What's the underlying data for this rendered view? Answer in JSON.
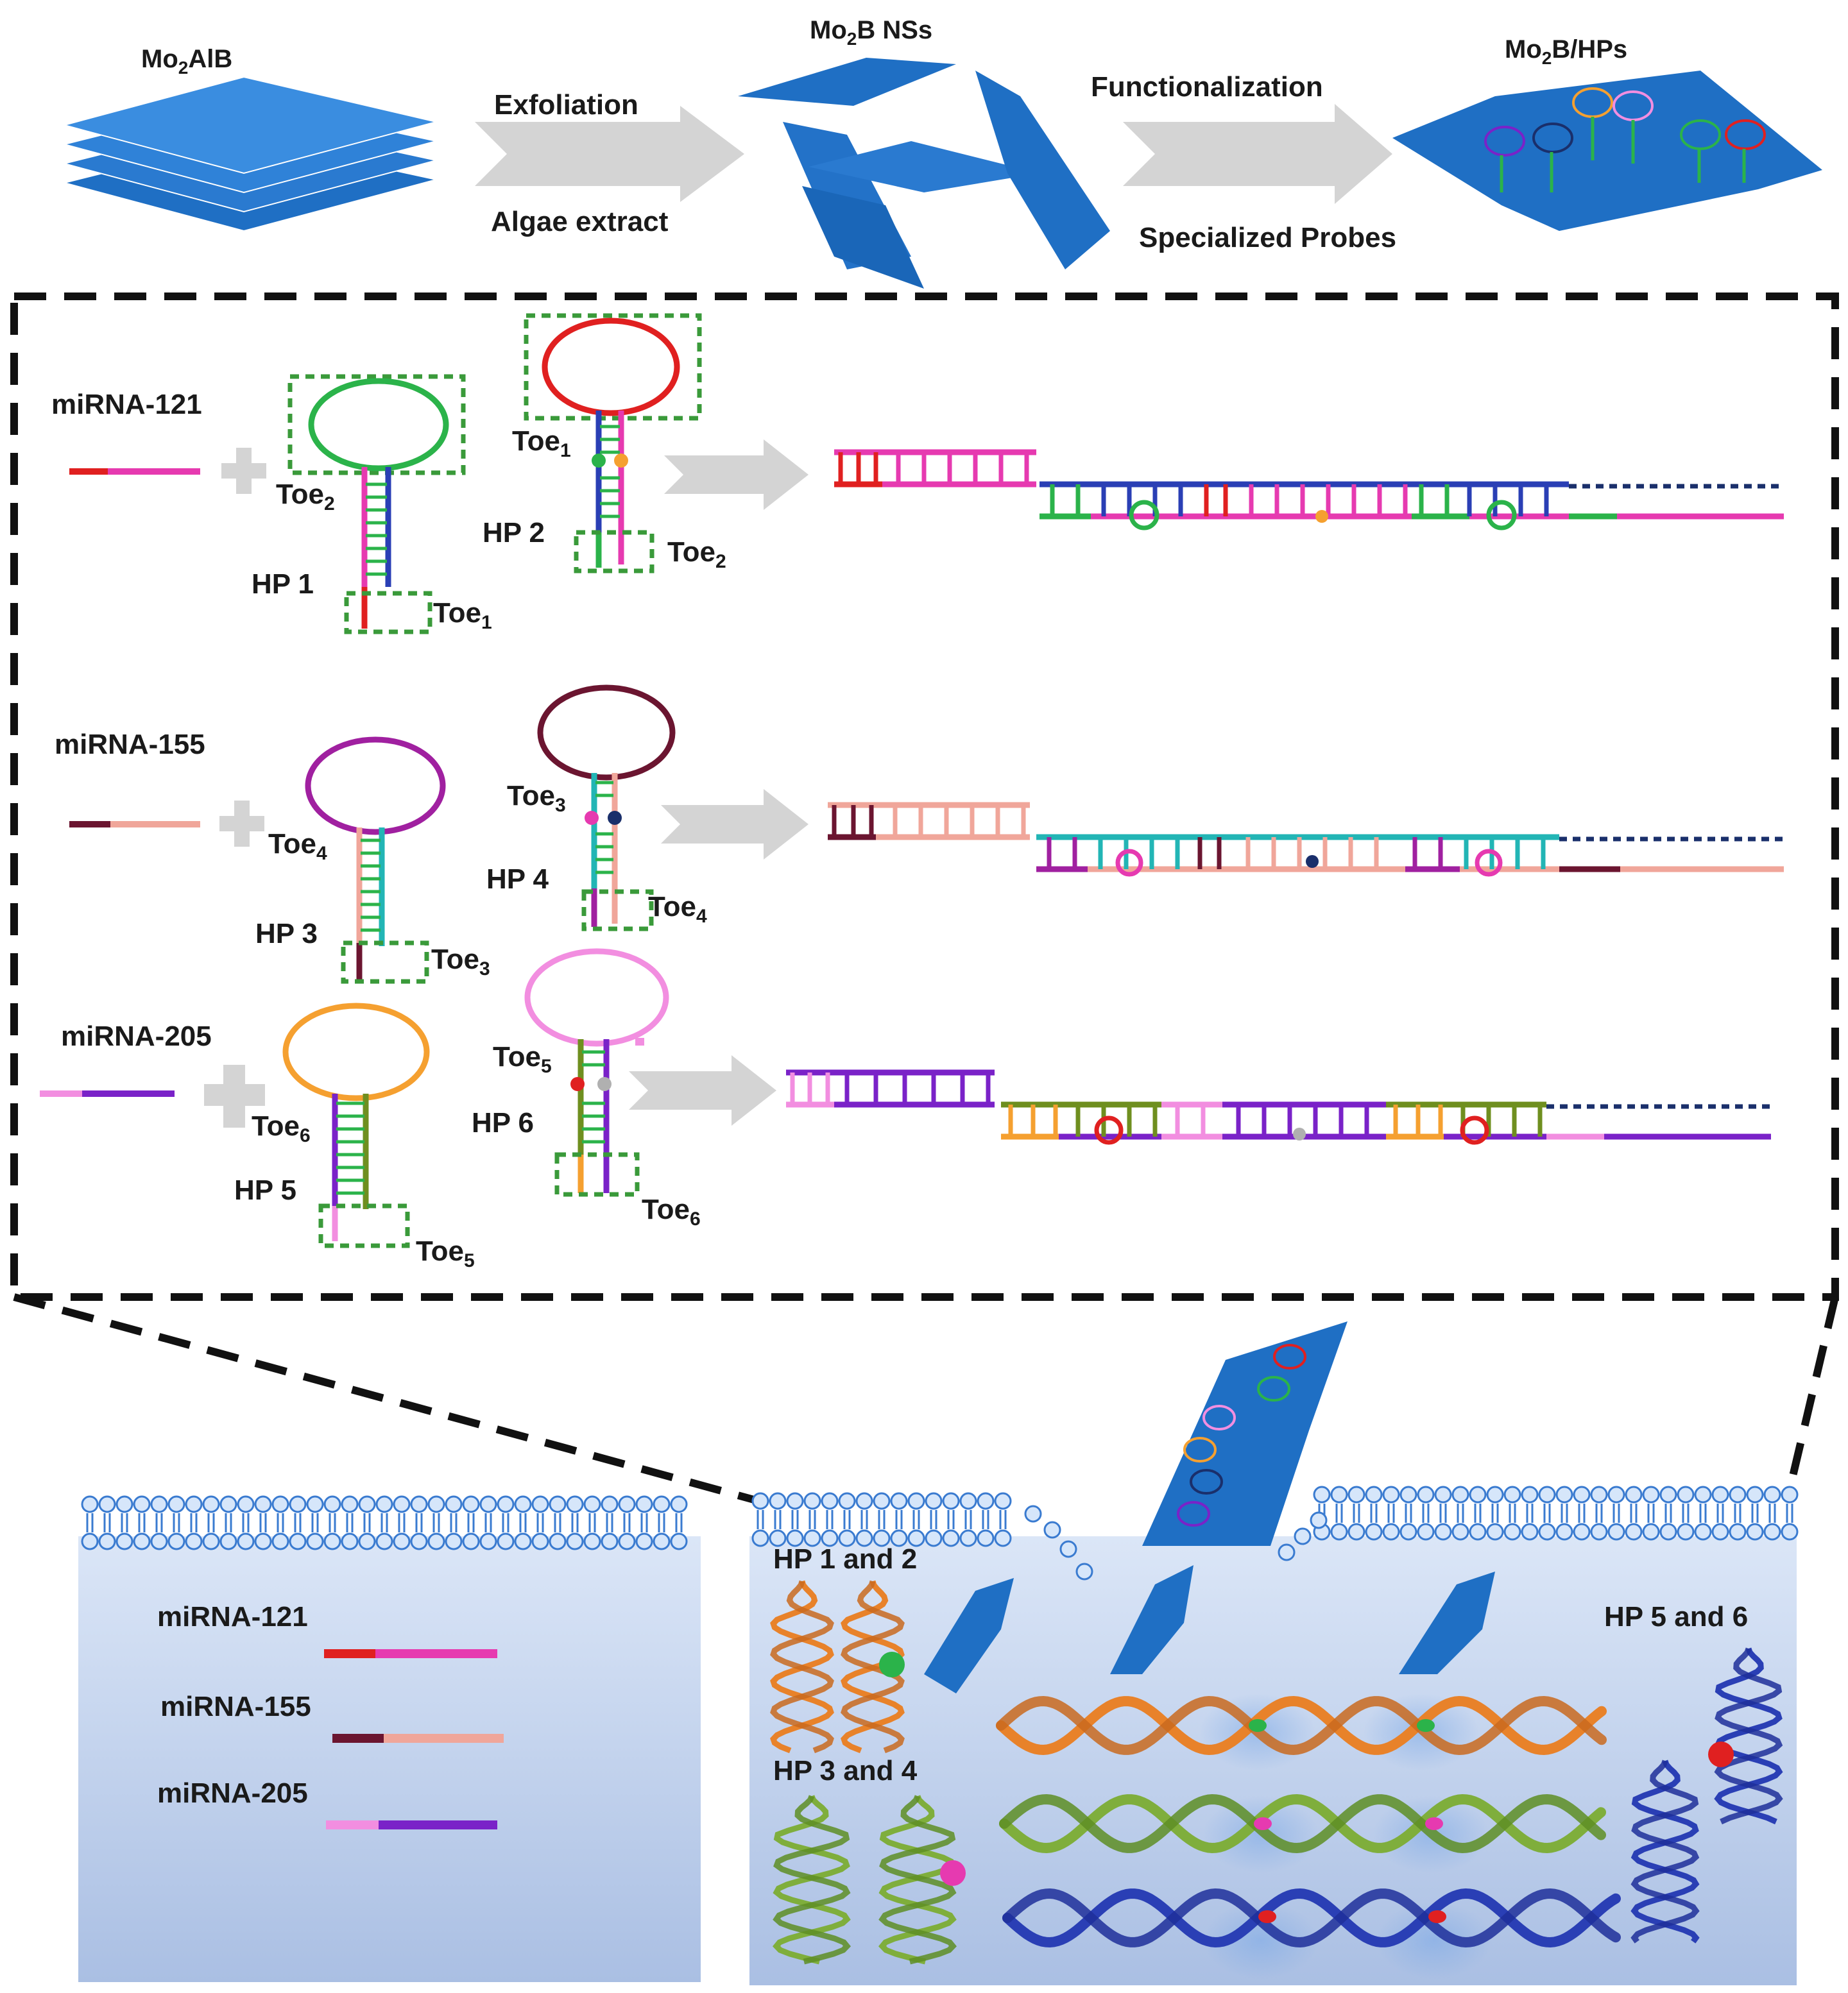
{
  "top": {
    "mo2alb_main": "Mo",
    "mo2alb_sub": "2",
    "mo2alb_tail": "AlB",
    "exfoliation": "Exfoliation",
    "algae": "Algae extract",
    "ns_main": "Mo",
    "ns_sub": "2",
    "ns_tail": "B NSs",
    "functionalization": "Functionalization",
    "probes": "Specialized Probes",
    "hp_main": "Mo",
    "hp_sub": "2",
    "hp_tail": "B/HPs"
  },
  "rows": [
    {
      "mirna": "miRNA-121",
      "hp_a": "HP 1",
      "hp_b": "HP 2",
      "toe_a": "Toe",
      "toe_a_sub": "1",
      "toe_b": "Toe",
      "toe_b_sub": "2"
    },
    {
      "mirna": "miRNA-155",
      "hp_a": "HP 3",
      "hp_b": "HP 4",
      "toe_a": "Toe",
      "toe_a_sub": "3",
      "toe_b": "Toe",
      "toe_b_sub": "4"
    },
    {
      "mirna": "miRNA-205",
      "hp_a": "HP 5",
      "hp_b": "HP 6",
      "toe_a": "Toe",
      "toe_a_sub": "5",
      "toe_b": "Toe",
      "toe_b_sub": "6"
    }
  ],
  "cell_left": {
    "mirnas": [
      "miRNA-121",
      "miRNA-155",
      "miRNA-205"
    ]
  },
  "cell_right": {
    "hp12": "HP 1 and 2",
    "hp34": "HP 3 and 4",
    "hp56": "HP 5 and 6"
  },
  "colors": {
    "sheet": "#1f6fc4",
    "arrow": "#d4d4d4",
    "green_box": "#3a9a3a",
    "red": "#e02020",
    "pink": "#e63ab0",
    "green": "#2bb34a",
    "blue": "#2a3fb5",
    "maroon": "#6b1530",
    "salmon": "#f0a69a",
    "magenta": "#a020a0",
    "teal": "#22b5b5",
    "orange": "#f5a030",
    "lightpink": "#f28ee0",
    "purple": "#7a22c8",
    "olive": "#6f8f1f",
    "navy": "#1a2f6b",
    "cell": "#b4c8ea"
  }
}
